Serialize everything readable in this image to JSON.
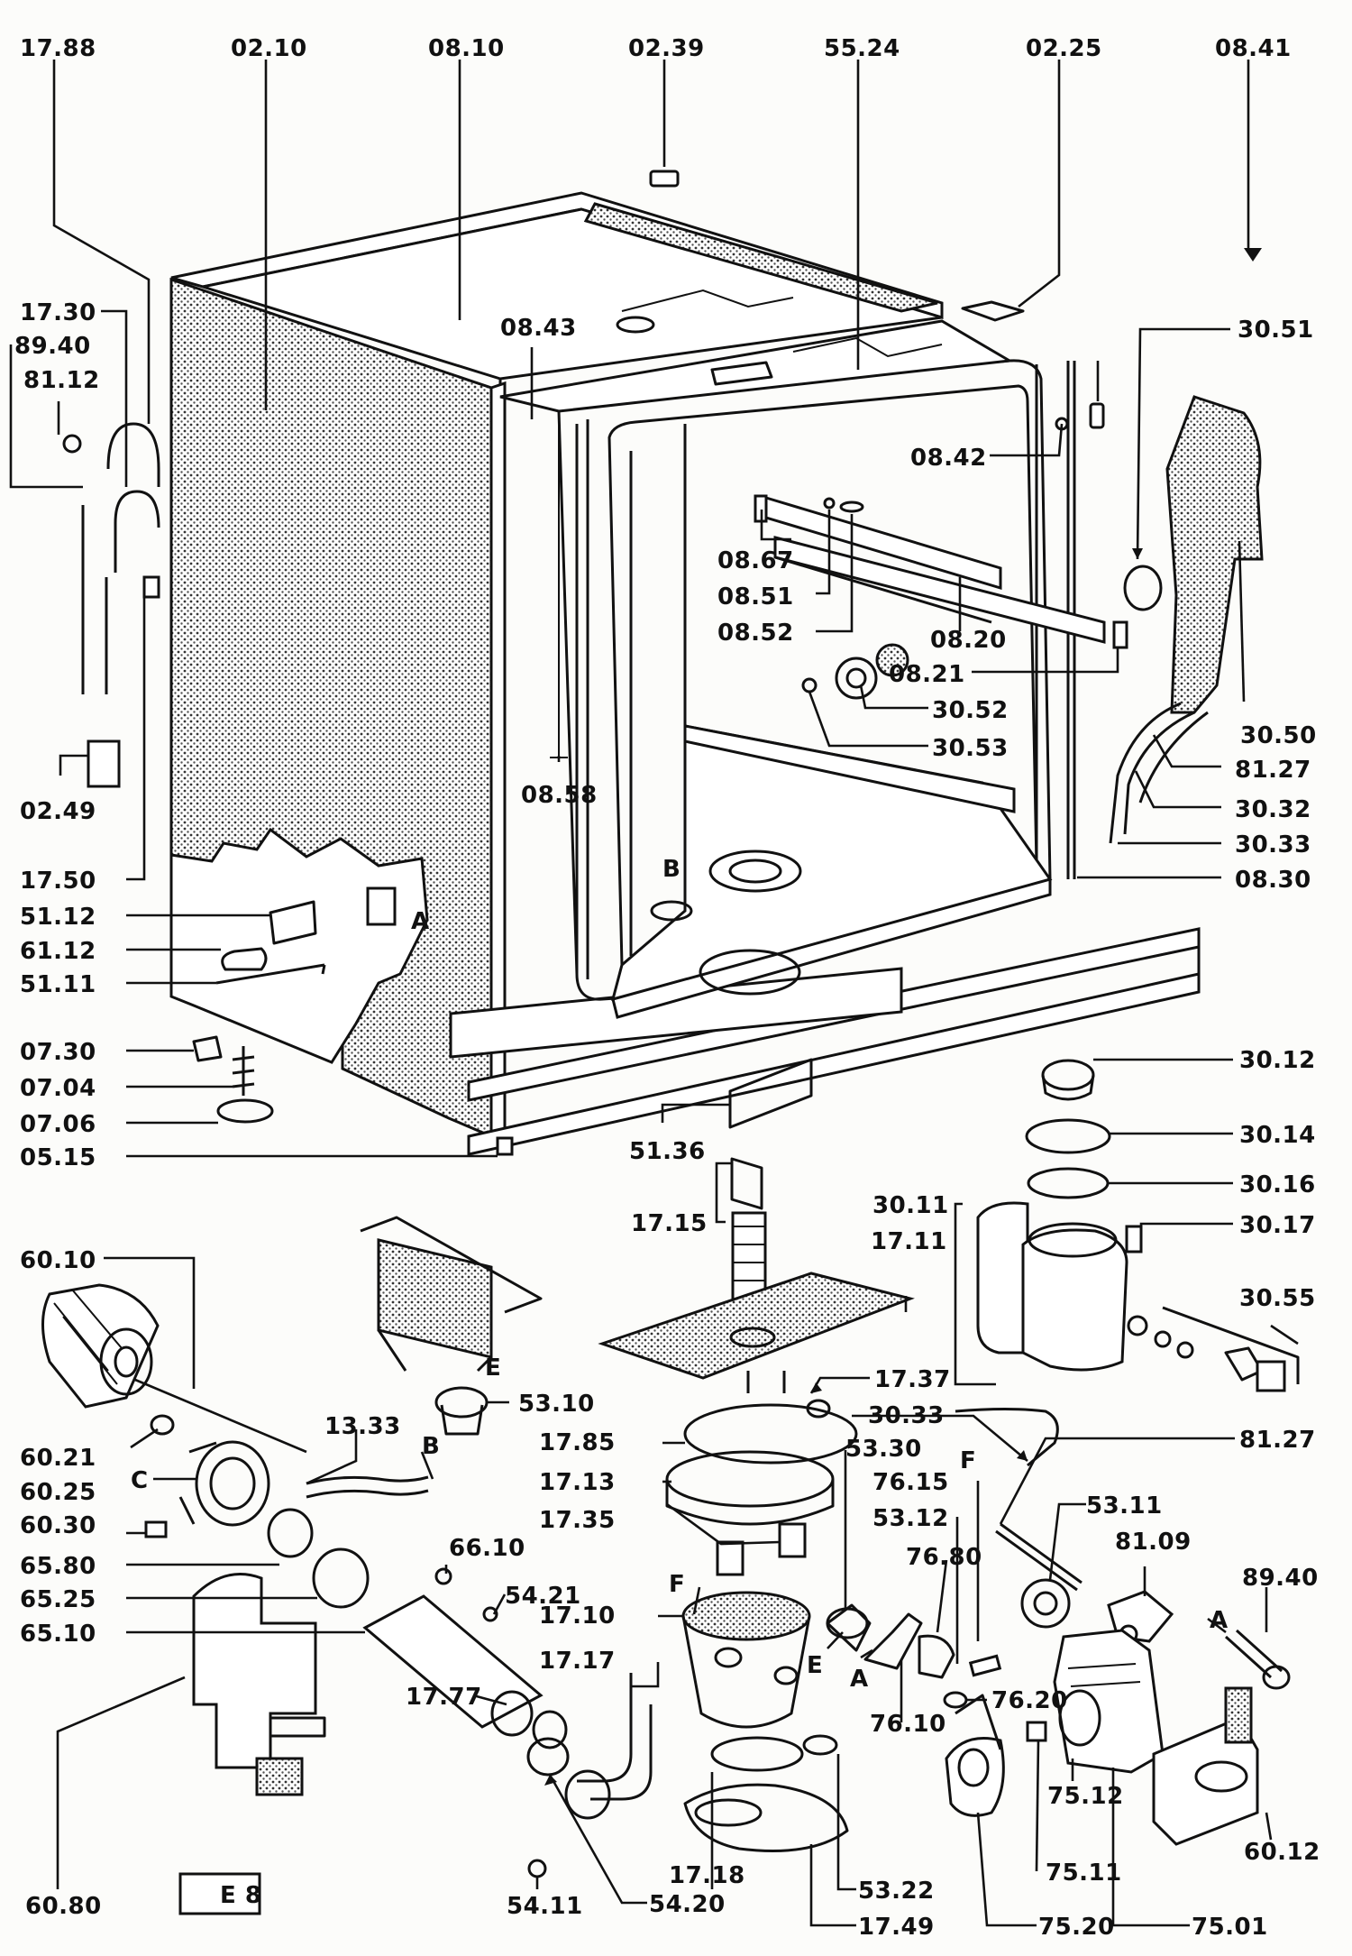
{
  "diagram": {
    "badge": "E 8",
    "callouts": [
      {
        "id": "17.88"
      },
      {
        "id": "02.10"
      },
      {
        "id": "08.10"
      },
      {
        "id": "02.39"
      },
      {
        "id": "55.24"
      },
      {
        "id": "02.25"
      },
      {
        "id": "08.41"
      },
      {
        "id": "17.30"
      },
      {
        "id": "89.40"
      },
      {
        "id": "81.12"
      },
      {
        "id": "08.43"
      },
      {
        "id": "30.51"
      },
      {
        "id": "08.42"
      },
      {
        "id": "08.67"
      },
      {
        "id": "08.51"
      },
      {
        "id": "08.52"
      },
      {
        "id": "08.20"
      },
      {
        "id": "08.21"
      },
      {
        "id": "30.52"
      },
      {
        "id": "30.53"
      },
      {
        "id": "30.50"
      },
      {
        "id": "81.27"
      },
      {
        "id": "30.32"
      },
      {
        "id": "30.33"
      },
      {
        "id": "08.30"
      },
      {
        "id": "08.58"
      },
      {
        "id": "02.49"
      },
      {
        "id": "17.50"
      },
      {
        "id": "51.12"
      },
      {
        "id": "61.12"
      },
      {
        "id": "51.11"
      },
      {
        "id": "B"
      },
      {
        "id": "A"
      },
      {
        "id": "07.30"
      },
      {
        "id": "07.04"
      },
      {
        "id": "07.06"
      },
      {
        "id": "05.15"
      },
      {
        "id": "51.36"
      },
      {
        "id": "30.12"
      },
      {
        "id": "30.14"
      },
      {
        "id": "30.16"
      },
      {
        "id": "30.11"
      },
      {
        "id": "30.17"
      },
      {
        "id": "17.15"
      },
      {
        "id": "17.11"
      },
      {
        "id": "30.55"
      },
      {
        "id": "60.10"
      },
      {
        "id": "E"
      },
      {
        "id": "53.10"
      },
      {
        "id": "17.37"
      },
      {
        "id": "30.33"
      },
      {
        "id": "13.33"
      },
      {
        "id": "B"
      },
      {
        "id": "17.85"
      },
      {
        "id": "53.30"
      },
      {
        "id": "81.27"
      },
      {
        "id": "60.21"
      },
      {
        "id": "C"
      },
      {
        "id": "60.25"
      },
      {
        "id": "17.13"
      },
      {
        "id": "F"
      },
      {
        "id": "76.15"
      },
      {
        "id": "53.11"
      },
      {
        "id": "60.30"
      },
      {
        "id": "17.35"
      },
      {
        "id": "53.12"
      },
      {
        "id": "81.09"
      },
      {
        "id": "65.80"
      },
      {
        "id": "66.10"
      },
      {
        "id": "76.80"
      },
      {
        "id": "89.40"
      },
      {
        "id": "65.25"
      },
      {
        "id": "54.21"
      },
      {
        "id": "F"
      },
      {
        "id": "A"
      },
      {
        "id": "65.10"
      },
      {
        "id": "17.10"
      },
      {
        "id": "E"
      },
      {
        "id": "A"
      },
      {
        "id": "76.20"
      },
      {
        "id": "17.17"
      },
      {
        "id": "76.10"
      },
      {
        "id": "17.77"
      },
      {
        "id": "75.12"
      },
      {
        "id": "60.12"
      },
      {
        "id": "60.80"
      },
      {
        "id": "54.11"
      },
      {
        "id": "17.18"
      },
      {
        "id": "53.22"
      },
      {
        "id": "75.11"
      },
      {
        "id": "54.20"
      },
      {
        "id": "17.49"
      },
      {
        "id": "75.20"
      },
      {
        "id": "75.01"
      }
    ]
  }
}
